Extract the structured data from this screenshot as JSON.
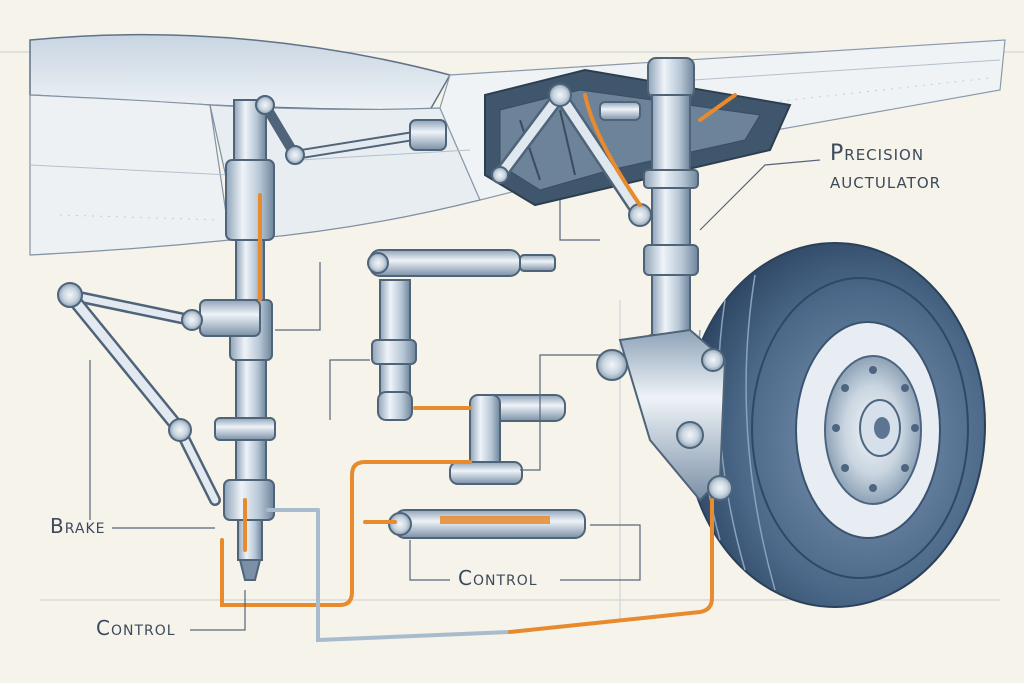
{
  "labels": {
    "precision_line1": "Precision",
    "precision_line2": "auctulator",
    "brake": "Brake",
    "control_center": "Control",
    "control_left": "Control"
  },
  "colors": {
    "background": "#f6f3ea",
    "steel_light": "#dde6ef",
    "steel_mid": "#a9bccd",
    "steel_dark": "#4f6478",
    "ink": "#3b4a5c",
    "hydraulic_line": "#e88a2e",
    "tire_dark": "#3f5a78",
    "tire_light": "#6f8aa8",
    "wing_fill": "#e4ebf2"
  }
}
